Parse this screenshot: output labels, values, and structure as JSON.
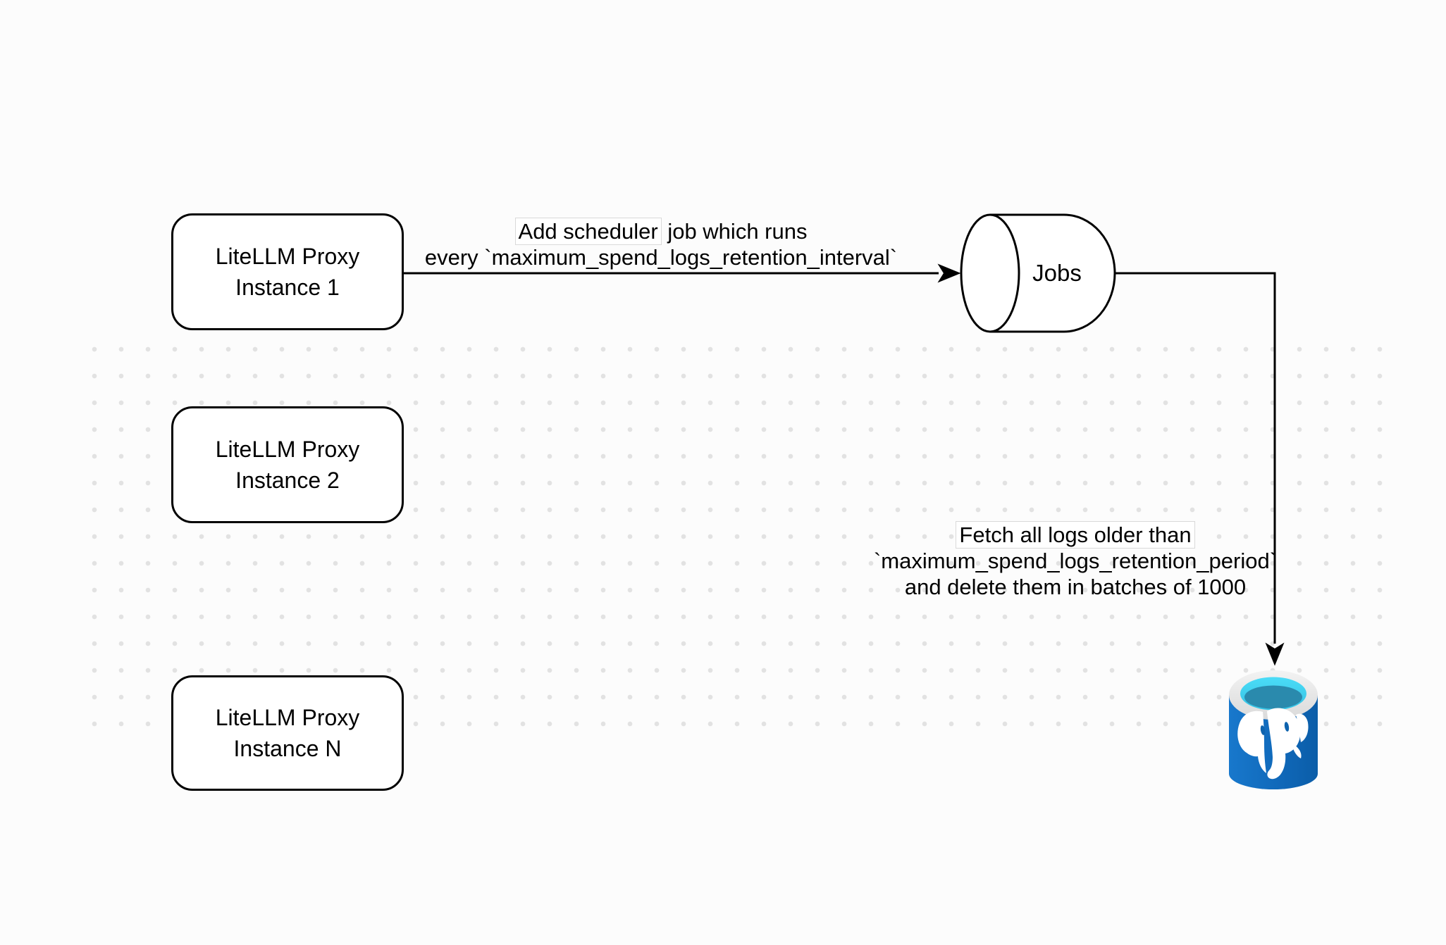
{
  "diagram": {
    "nodes": {
      "proxy1": {
        "line1": "LiteLLM Proxy",
        "line2": "Instance 1"
      },
      "proxy2": {
        "line1": "LiteLLM Proxy",
        "line2": "Instance 2"
      },
      "proxyN": {
        "line1": "LiteLLM Proxy",
        "line2": "Instance N"
      },
      "jobs": {
        "label": "Jobs"
      },
      "postgres": {
        "icon": "postgresql-database-icon"
      }
    },
    "edges": {
      "scheduler": {
        "line1_highlight": "Add scheduler",
        "line1_rest": " job which runs",
        "line2": "every `maximum_spend_logs_retention_interval`"
      },
      "fetch": {
        "line1": "Fetch all logs older than",
        "line2": "`maximum_spend_logs_retention_period`",
        "line3": "and delete them in batches of 1000"
      }
    },
    "colors": {
      "background": "#fcfcfc",
      "dot": "#e2e2e2",
      "stroke": "#000000",
      "shape_fill": "#ffffff",
      "label_bg_border": "#d9d9d9",
      "postgres_blue_light": "#1878cc",
      "postgres_blue_dark": "#0b5da8",
      "postgres_rim": "#e9e9e9",
      "postgres_cyan": "#43d6f2",
      "postgres_teal": "#2a8aad"
    }
  }
}
